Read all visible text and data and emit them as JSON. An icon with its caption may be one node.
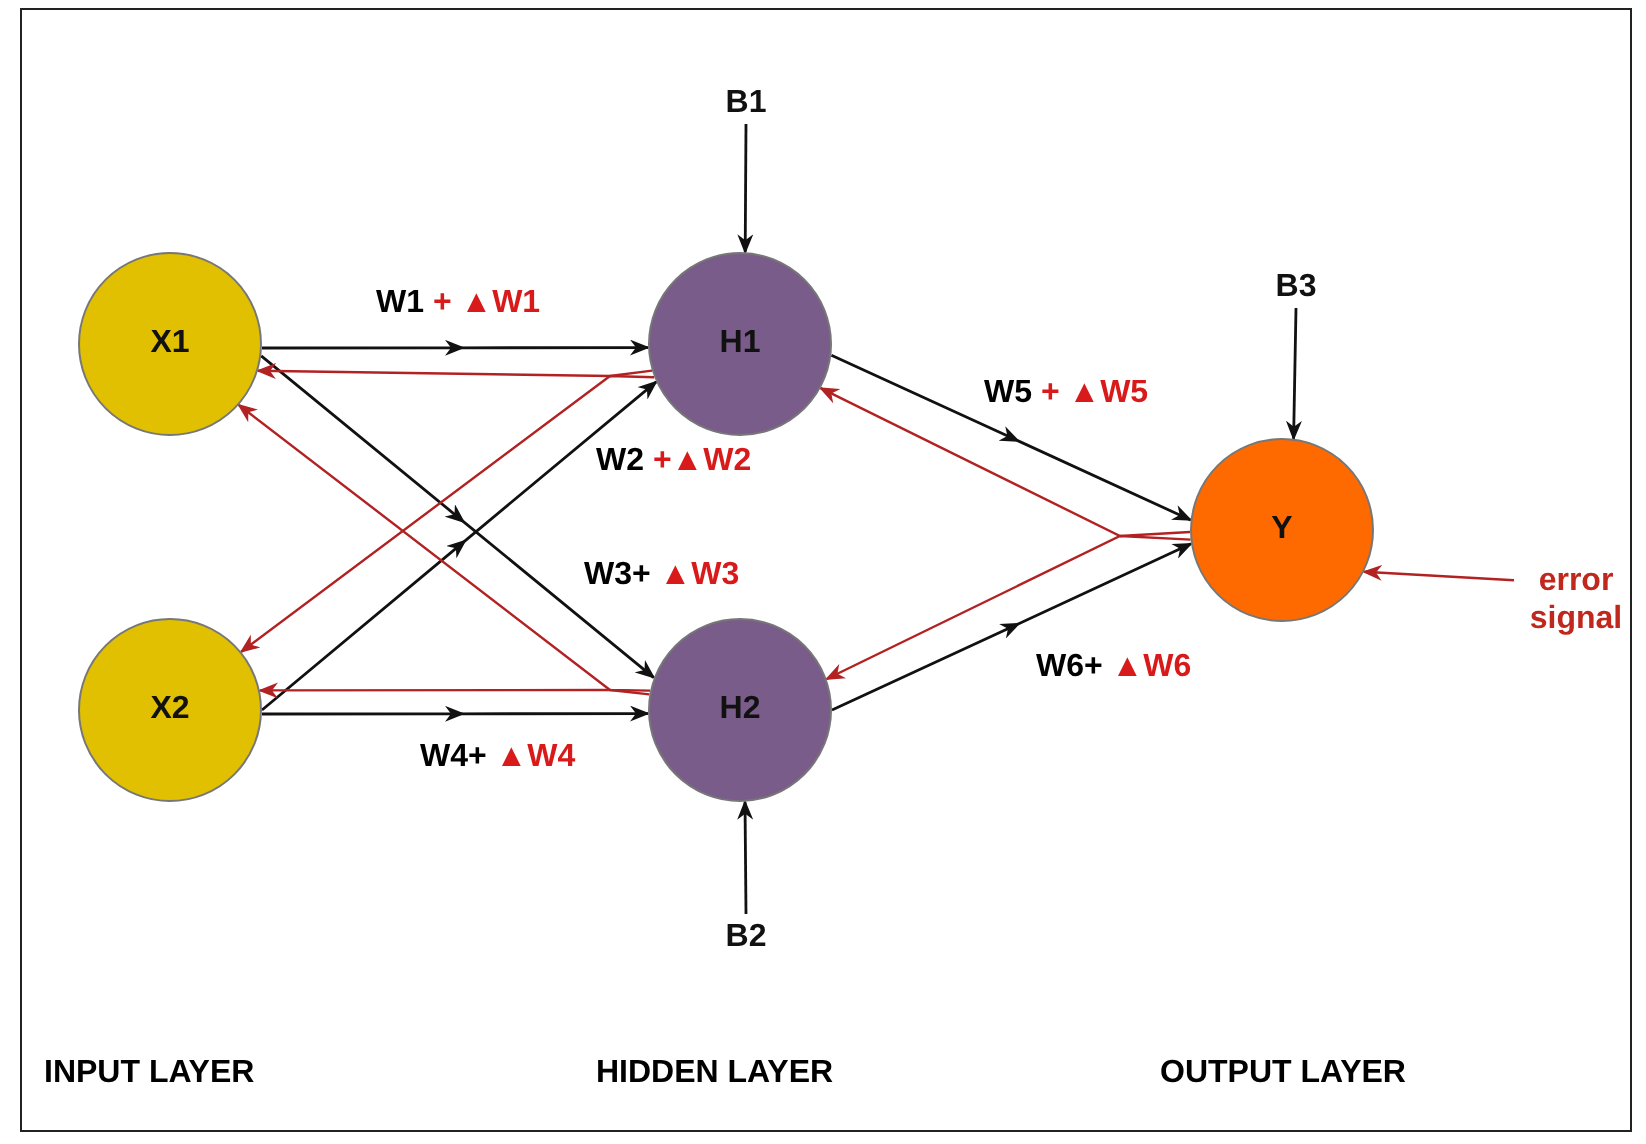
{
  "diagram": {
    "nodes": [
      {
        "text": [
          "X1"
        ]
      },
      {
        "text": [
          "X2"
        ]
      },
      {
        "text": [
          "H1"
        ]
      },
      {
        "text": [
          "H2"
        ]
      },
      {
        "text": [
          "Y"
        ]
      },
      {
        "text": [
          "B1"
        ]
      },
      {
        "text": [
          "B2"
        ]
      },
      {
        "text": [
          "B3"
        ]
      },
      {
        "text": [
          "error signal"
        ]
      }
    ],
    "edges": [
      {
        "from": 0,
        "to": 2,
        "arrow": "to",
        "label": "W1 + ▲W1"
      },
      {
        "from": 1,
        "to": 2,
        "arrow": "to",
        "label": "W2 +▲W2"
      },
      {
        "from": 0,
        "to": 3,
        "arrow": "to",
        "label": "W3+ ▲W3"
      },
      {
        "from": 1,
        "to": 3,
        "arrow": "to",
        "label": "W4+ ▲W4"
      },
      {
        "from": 2,
        "to": 4,
        "arrow": "to",
        "label": "W5 + ▲W5"
      },
      {
        "from": 3,
        "to": 4,
        "arrow": "to",
        "label": "W6+ ▲W6"
      },
      {
        "from": 5,
        "to": 2,
        "arrow": "to"
      },
      {
        "from": 6,
        "to": 3,
        "arrow": "to"
      },
      {
        "from": 7,
        "to": 4,
        "arrow": "to"
      },
      {
        "from": 8,
        "to": 4,
        "arrow": "to",
        "color": "#b22222"
      },
      {
        "from": 4,
        "to": 2,
        "arrow": "to",
        "color": "#b22222"
      },
      {
        "from": 4,
        "to": 3,
        "arrow": "to",
        "color": "#b22222"
      },
      {
        "from": 2,
        "to": 0,
        "arrow": "to",
        "color": "#b22222"
      },
      {
        "from": 2,
        "to": 1,
        "arrow": "to",
        "color": "#b22222"
      },
      {
        "from": 3,
        "to": 0,
        "arrow": "to",
        "color": "#b22222"
      },
      {
        "from": 3,
        "to": 1,
        "arrow": "to",
        "color": "#b22222"
      }
    ],
    "labels": [
      "INPUT LAYER",
      "HIDDEN LAYER",
      "OUTPUT LAYER"
    ]
  }
}
